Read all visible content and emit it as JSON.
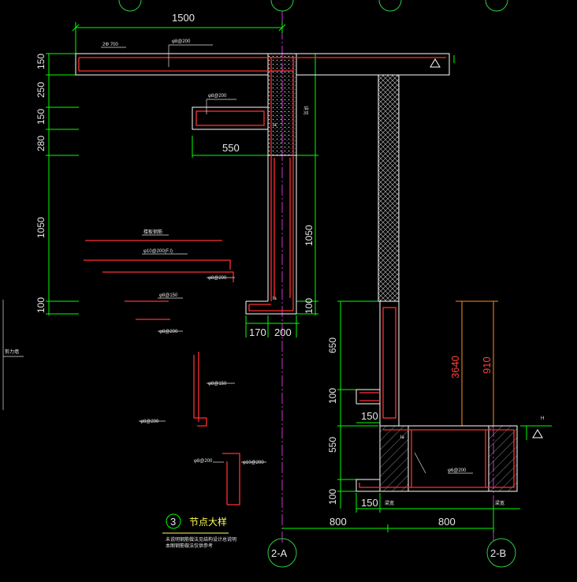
{
  "detail_title": "节点大样",
  "detail_number": "3",
  "detail_note_1": "未说明钢筋做法见结构设计总说明",
  "detail_note_2": "本图钢筋做法仅供参考",
  "axes": {
    "left": "2-A",
    "right": "2-B"
  },
  "dims": {
    "top_width": "1500",
    "left_150_top": "150",
    "left_250": "250",
    "left_150_mid": "150",
    "left_280": "280",
    "left_1050": "1050",
    "left_100": "100",
    "ledge_550": "550",
    "inner_1050": "1050",
    "inner_100": "100",
    "bottom_170": "170",
    "bottom_200": "200",
    "right_650": "650",
    "right_100": "100",
    "right_550": "550",
    "right_100_bottom": "100",
    "step_150": "150",
    "base_150": "150",
    "span_800_left": "800",
    "span_800_right": "800",
    "height_3640": "3640",
    "height_910": "910"
  },
  "rebar_labels": {
    "top_bar": "φ8@200",
    "top_small": "2Φ 700",
    "ledge": "φ8@200",
    "wall_side": "详见",
    "legend_1": "楼板钢筋",
    "legend_2": "φ10@200(F.I)",
    "legend_3": "φ8@200",
    "legend_4": "φ8@150",
    "legend_5": "φ8@200",
    "col_1": "φ8@150",
    "col_2": "φ8@200",
    "col_3": "φ8@200",
    "col_4": "φ10@200",
    "beam": "φ6@200",
    "left_wall": "剪力墙",
    "beam_left": "梁宽",
    "beam_right": "梁宽",
    "level": "H",
    "la_1": "la",
    "la_2": "la",
    "la_3": "la"
  },
  "colors": {
    "background": "#000000",
    "dimension": "#00ff00",
    "rebar": "#ff3030",
    "outline": "#ffffff",
    "axis_line": "#ff40ff",
    "text": "#e8e8e8",
    "title": "#ffff55"
  }
}
